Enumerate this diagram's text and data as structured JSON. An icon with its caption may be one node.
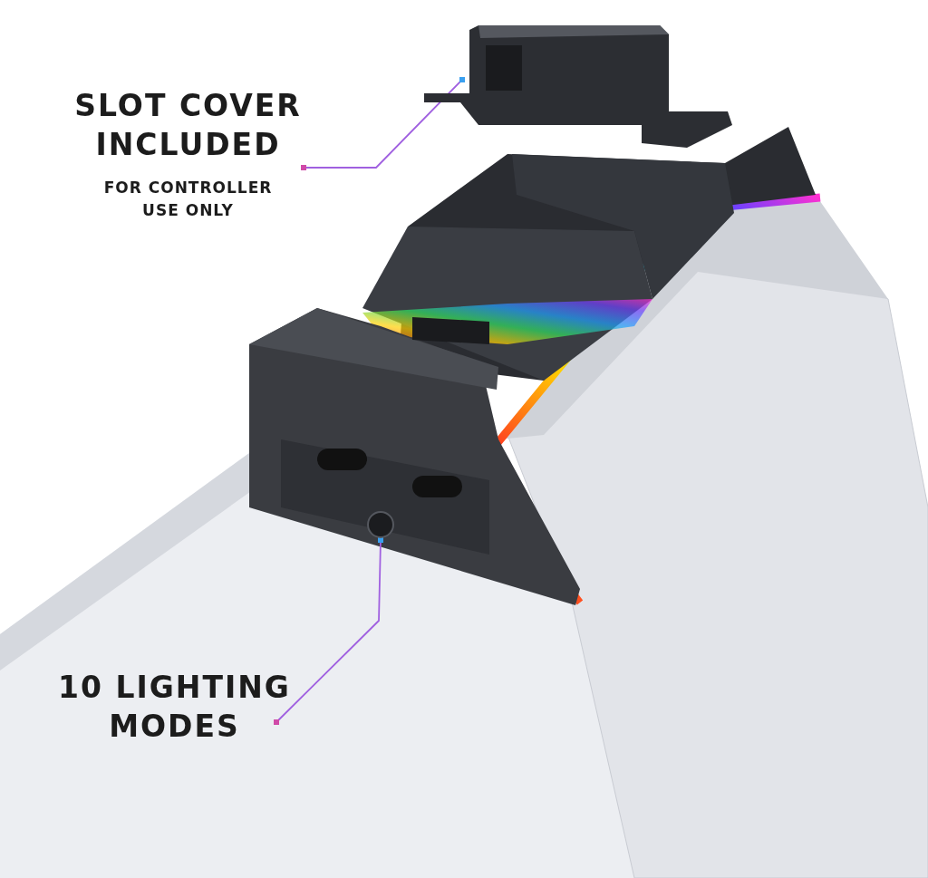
{
  "diagram": {
    "nodes": [
      {
        "text": [
          "SLOT COVER INCLUDED",
          "FOR CONTROLLER USE ONLY"
        ]
      },
      {
        "text": [],
        "shape": "picture"
      },
      {
        "text": [
          "10 LIGHTING MODES"
        ]
      },
      {
        "text": [],
        "shape": "circle"
      }
    ],
    "edges": [
      {
        "from": 0,
        "to": 1,
        "arrow": "other"
      },
      {
        "from": 2,
        "to": 3,
        "arrow": "other"
      }
    ]
  }
}
